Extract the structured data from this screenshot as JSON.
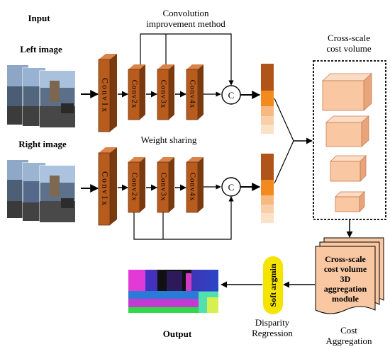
{
  "labels": {
    "input": "Input",
    "left_image": "Left image",
    "right_image": "Right image",
    "conv_method_line1": "Convolution",
    "conv_method_line2": "improvement method",
    "weight_sharing": "Weight sharing",
    "cross_scale_line1": "Cross-scale",
    "cross_scale_line2": "cost volume",
    "concat_symbol": "C",
    "module_line1": "Cross-scale",
    "module_line2": "cost volume",
    "module_line3": "3D",
    "module_line4": "aggregation",
    "module_line5": "module",
    "soft_argmin": "Soft argmin",
    "disparity_line1": "Disparity",
    "disparity_line2": "Regression",
    "cost_line1": "Cost",
    "cost_line2": "Aggregation",
    "output": "Output"
  },
  "conv_blocks": {
    "conv1": "Conv1x",
    "conv2": "Conv2x",
    "conv3": "Conv3x",
    "conv4": "Conv4x"
  },
  "colors": {
    "conv_front": "#b85c1e",
    "conv_top": "#d9844a",
    "conv_side": "#7a3a10",
    "feature_dark": "#b0541a",
    "feature_orange": "#f28a1e",
    "feature_light": "#f6b980",
    "feature_pale": "#f8cfa8",
    "feature_paler": "#fbe1c6",
    "cube_front": "#f9c7a2",
    "cube_top": "#fcdcc4",
    "cube_side": "#e8a57c",
    "module_fill": "#f9c7a2",
    "soft_argmin_fill": "#f5e400"
  }
}
